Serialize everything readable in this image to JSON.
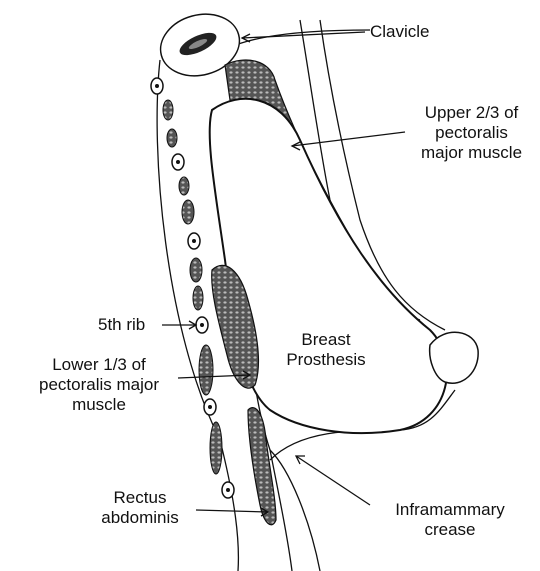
{
  "labels": {
    "clavicle": "Clavicle",
    "upper_pectoralis": [
      "Upper 2/3 of",
      "pectoralis",
      "major muscle"
    ],
    "fifth_rib": "5th rib",
    "breast_prosthesis": [
      "Breast",
      "Prosthesis"
    ],
    "lower_pectoralis": [
      "Lower 1/3 of",
      "pectoralis major",
      "muscle"
    ],
    "rectus_abdominis": [
      "Rectus",
      "abdominis"
    ],
    "inframammary_crease": [
      "Inframammary",
      "crease"
    ]
  },
  "colors": {
    "ink": "#111111",
    "muscle_fill": "#4a4a4a",
    "paper": "#ffffff"
  }
}
